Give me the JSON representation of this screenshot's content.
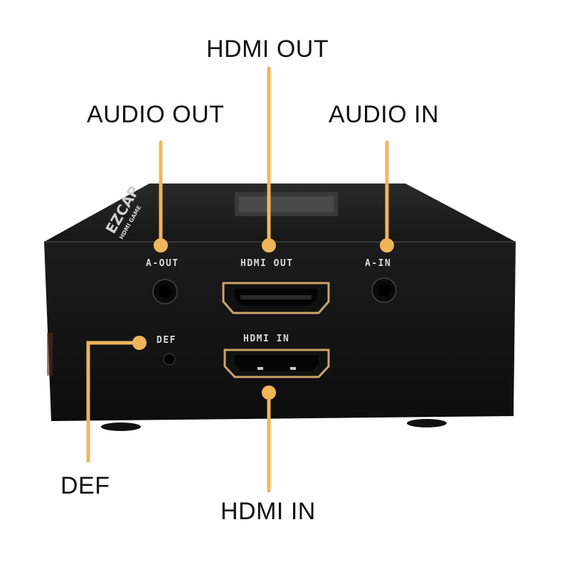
{
  "callouts": {
    "hdmi_out": "HDMI OUT",
    "audio_out": "AUDIO OUT",
    "audio_in": "AUDIO IN",
    "def": "DEF",
    "hdmi_in": "HDMI IN"
  },
  "panel_labels": {
    "a_out": "A-OUT",
    "hdmi_out": "HDMI OUT",
    "a_in": "A-IN",
    "def": "DEF",
    "hdmi_in": "HDMI IN"
  },
  "brand": {
    "logo": "EZCAP",
    "model": "HDMI GAME"
  },
  "colors": {
    "leader": "#f0b55a",
    "device": "#151515",
    "port_gold": "#c9a468"
  }
}
